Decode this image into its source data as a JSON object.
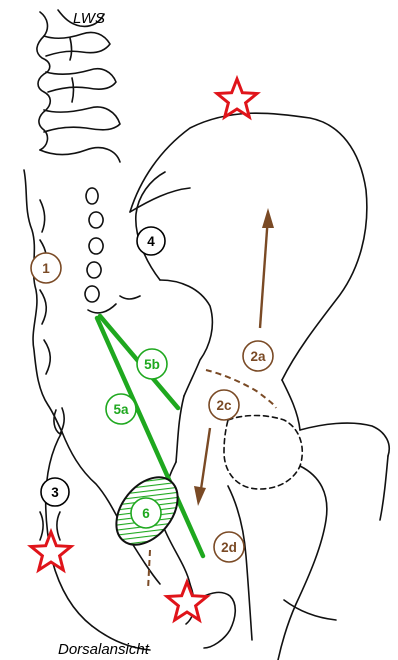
{
  "header_label": "LWS",
  "footer_label": "Dorsalansicht",
  "colors": {
    "bone_outline": "#111111",
    "brown": "#7a4a25",
    "green": "#1fa81f",
    "red_star": "#e0141a",
    "black_marker": "#000000"
  },
  "markers": [
    {
      "id": "m1",
      "label": "1",
      "color": "brown"
    },
    {
      "id": "m2a",
      "label": "2a",
      "color": "brown"
    },
    {
      "id": "m2c",
      "label": "2c",
      "color": "brown"
    },
    {
      "id": "m2d",
      "label": "2d",
      "color": "brown"
    },
    {
      "id": "m3",
      "label": "3",
      "color": "black"
    },
    {
      "id": "m4",
      "label": "4",
      "color": "black"
    },
    {
      "id": "m5a",
      "label": "5a",
      "color": "green"
    },
    {
      "id": "m5b",
      "label": "5b",
      "color": "green"
    },
    {
      "id": "m6",
      "label": "6",
      "color": "green"
    }
  ],
  "stars": [
    "iliac-crest-star",
    "coccyx-star",
    "ischial-tuberosity-star"
  ],
  "arrows": [
    "arrow-up-iliac",
    "arrow-down-sciatic"
  ]
}
